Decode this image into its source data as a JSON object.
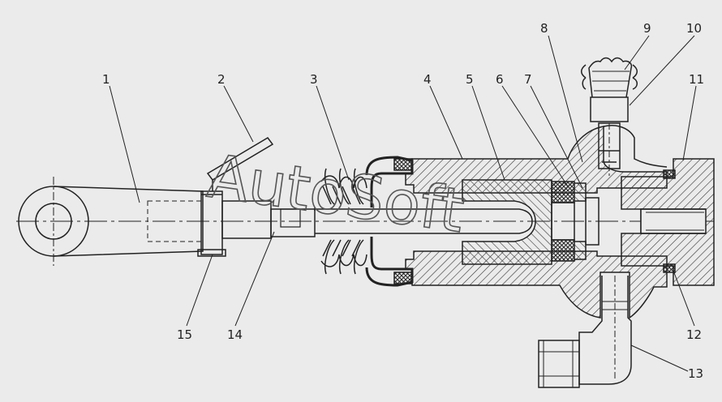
{
  "watermark": "AutoSoft",
  "callouts": [
    {
      "id": "1",
      "label": "1"
    },
    {
      "id": "2",
      "label": "2"
    },
    {
      "id": "3",
      "label": "3"
    },
    {
      "id": "4",
      "label": "4"
    },
    {
      "id": "5",
      "label": "5"
    },
    {
      "id": "6",
      "label": "6"
    },
    {
      "id": "7",
      "label": "7"
    },
    {
      "id": "8",
      "label": "8"
    },
    {
      "id": "9",
      "label": "9"
    },
    {
      "id": "10",
      "label": "10"
    },
    {
      "id": "11",
      "label": "11"
    },
    {
      "id": "12",
      "label": "12"
    },
    {
      "id": "13",
      "label": "13"
    },
    {
      "id": "14",
      "label": "14"
    },
    {
      "id": "15",
      "label": "15"
    }
  ],
  "colors": {
    "background": "#ebebeb",
    "line": "#222222",
    "hatch": "#333333",
    "watermark": "#555555"
  }
}
